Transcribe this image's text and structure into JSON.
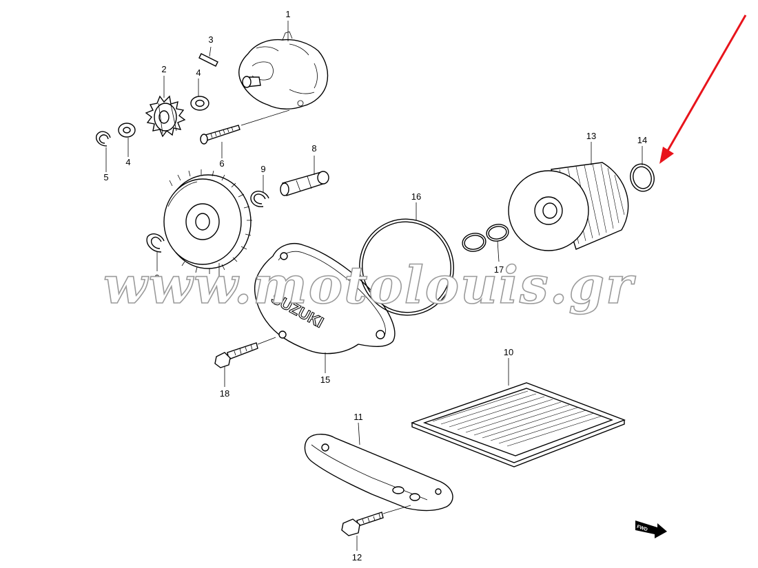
{
  "watermark": "www.motolouis.gr",
  "brand_mark": "SUZUKI",
  "direction_label": "FWD",
  "callouts": [
    "1",
    "2",
    "3",
    "4",
    "4",
    "5",
    "6",
    "8",
    "9",
    "7",
    "9",
    "16",
    "13",
    "14",
    "17",
    "15",
    "18",
    "10",
    "11",
    "12"
  ],
  "arrow_color": "#e8141c"
}
